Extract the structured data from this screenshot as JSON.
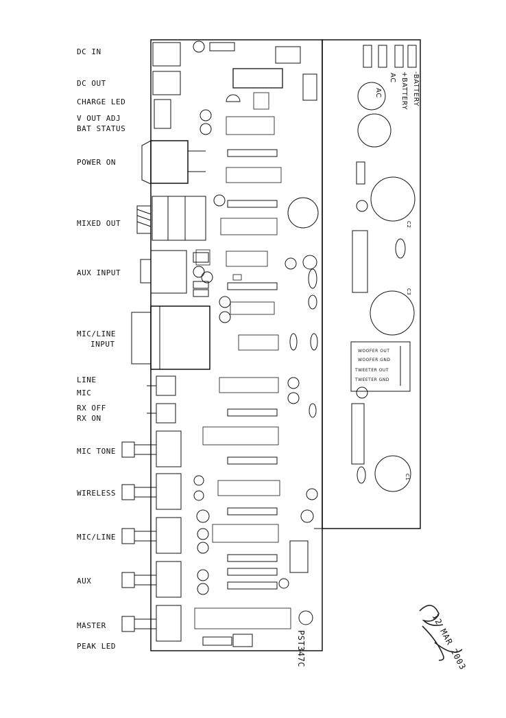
{
  "labels": {
    "dc_in": "DC IN",
    "dc_out": "DC OUT",
    "charge_led": "CHARGE LED",
    "v_out_adj": "V OUT ADJ",
    "bat_status": "BAT STATUS",
    "power_on": "POWER ON",
    "mixed_out": "MIXED OUT",
    "aux_input": "AUX INPUT",
    "mic_line_1": "MIC/LINE",
    "mic_line_2": "INPUT",
    "line": "LINE",
    "mic": "MIC",
    "rx_off": "RX OFF",
    "rx_on": "RX ON",
    "mic_tone": "MIC TONE",
    "wireless": "WIRELESS",
    "mic_line": "MIC/LINE",
    "aux": "AUX",
    "master": "MASTER",
    "peak_led": "PEAK LED"
  },
  "right_board": {
    "ac1": "AC",
    "ac2": "AC",
    "plus_battery": "+BATTERY",
    "minus_battery": "-BATTERY",
    "woofer_out": "WOOFER OUT",
    "woofer_gnd": "WOOFER GND",
    "tweeter_out": "TWEETER OUT",
    "tweeter_gnd": "TWEETER GND",
    "c1": "C1",
    "c2": "C2",
    "c3": "C3"
  },
  "board_id": "PST347C",
  "stamp": {
    "date": "12 MAR 2003"
  },
  "colors": {
    "ink": "#111111",
    "paper": "#ffffff",
    "gray": "#555555"
  }
}
